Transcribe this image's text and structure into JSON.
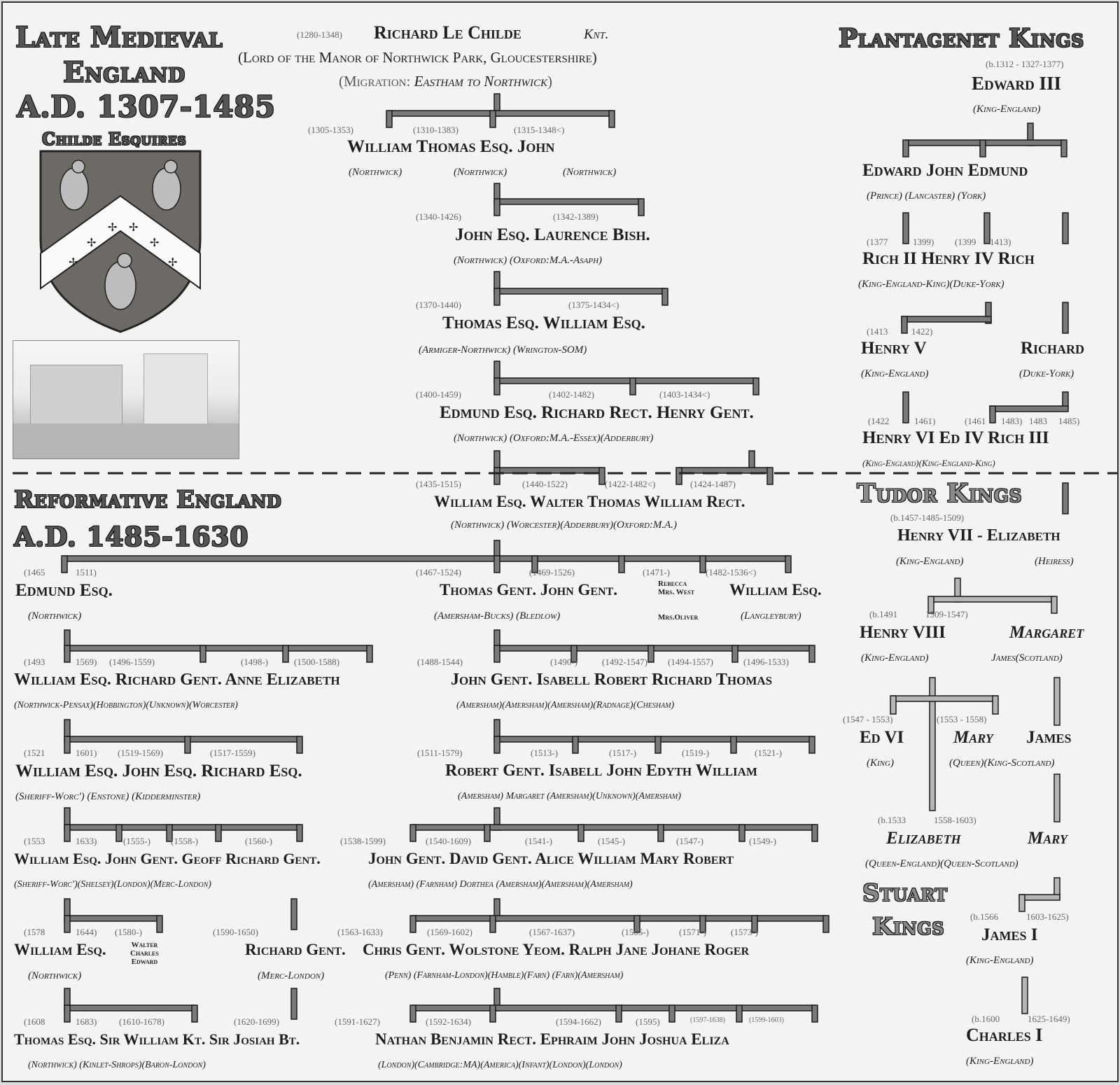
{
  "titles": {
    "medieval_line1": "Late Medieval",
    "medieval_line2": "England",
    "medieval_years": "A.D. 1307-1485",
    "esquires": "Childe Esquires",
    "reformative_line1": "Reformative England",
    "reformative_years": "A.D. 1485-1630",
    "plantagenet": "Plantagenet Kings",
    "tudor": "Tudor Kings",
    "stuart_line1": "Stuart",
    "stuart_line2": "Kings"
  },
  "root": {
    "dates": "(1280-1348)",
    "name": "Richard Le Childe",
    "title": "Knt.",
    "lord": "(Lord of the Manor of Northwick Park, Gloucestershire)",
    "migration_prefix": "(Migration:",
    "migration_route": "Eastham to Northwick",
    "migration_suffix": ")"
  },
  "gen2": {
    "dates": [
      "(1305-1353)",
      "(1310-1383)",
      "(1315-1348<)"
    ],
    "names": "William Thomas Esq. John",
    "places": [
      "(Northwick)",
      "(Northwick)",
      "(Northwick)"
    ]
  },
  "gen3": {
    "dates": [
      "(1340-1426)",
      "(1342-1389)"
    ],
    "names": "John Esq. Laurence Bish.",
    "places": "(Northwick) (Oxford:M.A.-Asaph)"
  },
  "gen4": {
    "dates": [
      "(1370-1440)",
      "(1375-1434<)"
    ],
    "names": "Thomas Esq. William Esq.",
    "places": "(Armiger-Northwick) (Wrington-SOM)"
  },
  "gen5": {
    "dates": [
      "(1400-1459)",
      "(1402-1482)",
      "(1403-1434<)"
    ],
    "names": "Edmund Esq. Richard Rect. Henry Gent.",
    "places": "(Northwick) (Oxford:M.A.-Essex)(Adderbury)"
  },
  "gen6": {
    "dates": [
      "(1435-1515)",
      "(1440-1522)",
      "(1422-1482<)",
      "(1424-1487)"
    ],
    "names": "William Esq. Walter Thomas William Rect.",
    "places": "(Northwick) (Worcester)(Adderbury)(Oxford:M.A.)"
  },
  "gen7_left": {
    "dates": [
      "(1465",
      "1511)"
    ],
    "name": "Edmund Esq.",
    "place": "(Northwick)"
  },
  "gen7_right": {
    "dates": [
      "(1467-1524)",
      "(1469-1526)",
      "(1471-)",
      "(1482-1536<)"
    ],
    "names": "Thomas Gent. John Gent.",
    "rebecca": [
      "Rebecca",
      "Mrs. West",
      "Mrs.Oliver"
    ],
    "william": "William Esq.",
    "places": "(Amersham-Bucks) (Bledlow)",
    "william_place": "(Langleybury)"
  },
  "gen8_left": {
    "dates": [
      "(1493",
      "1569)",
      "(1496-1559)",
      "(1498-)",
      "(1500-1588)"
    ],
    "names": "William Esq. Richard Gent. Anne Elizabeth",
    "places": "(Northwick-Pensax)(Hobbington)(Unknown)(Worcester)"
  },
  "gen8_right": {
    "dates": [
      "(1488-1544)",
      "(1490-)",
      "(1492-1547)",
      "(1494-1557)",
      "(1496-1533)"
    ],
    "names": "John Gent. Isabell Robert Richard Thomas",
    "places": "(Amersham)(Amersham)(Amersham)(Radnage)(Chesham)"
  },
  "gen9_left": {
    "dates": [
      "(1521",
      "1601)",
      "(1519-1569)",
      "(1517-1559)"
    ],
    "names": "William Esq. John Esq. Richard Esq.",
    "places": "(Sheriff-Worc') (Enstone) (Kidderminster)"
  },
  "gen9_right": {
    "dates": [
      "(1511-1579)",
      "(1513-)",
      "(1517-)",
      "(1519-)",
      "(1521-)"
    ],
    "names": "Robert Gent. Isabell John Edyth William",
    "places": "(Amersham) Margaret (Amersham)(Unknown)(Amersham)"
  },
  "gen10_left": {
    "dates": [
      "(1553",
      "1633)",
      "(1555-)",
      "(1558-)",
      "(1560-)"
    ],
    "names": "William Esq. John Gent. Geoff Richard Gent.",
    "places": "(Sheriff-Worc')(Shelsey)(London)(Merc-London)"
  },
  "gen10_right": {
    "dates": [
      "(1538-1599)",
      "(1540-1609)",
      "(1541-)",
      "(1545-)",
      "(1547-)",
      "(1549-)"
    ],
    "names": "John Gent. David Gent. Alice William Mary Robert",
    "places": "(Amersham) (Farnham) Dorthea (Amersham)(Amersham)(Amersham)"
  },
  "gen11_left": {
    "dates": [
      "(1578",
      "1644)",
      "(1580-)",
      "(1590-1650)"
    ],
    "name_william": "William Esq.",
    "small_names": [
      "Walter",
      "Charles",
      "Edward"
    ],
    "name_richard": "Richard Gent.",
    "place_william": "(Northwick)",
    "place_richard": "(Merc-London)"
  },
  "gen11_right": {
    "dates": [
      "(1563-1633)",
      "(1569-1602)",
      "(1567-1637)",
      "(1505-)",
      "(1571-)",
      "(1573-)"
    ],
    "names": "Chris Gent. Wolstone Yeom. Ralph Jane Johane Roger",
    "places": "(Penn) (Farnham-London)(Hamble)(Farn) (Farn)(Amersham)"
  },
  "gen12_left": {
    "dates": [
      "(1608",
      "1683)",
      "(1610-1678)",
      "(1620-1699)"
    ],
    "names": "Thomas Esq. Sir William Kt. Sir Josiah Bt.",
    "places": "(Northwick) (Kinlet-Shrops)(Baron-London)"
  },
  "gen12_right": {
    "dates": [
      "(1591-1627)",
      "(1592-1634)",
      "(1594-1662)",
      "(1595)",
      "(1597-1638)",
      "(1599-1603)"
    ],
    "names": "Nathan Benjamin Rect. Ephraim John Joshua Eliza",
    "places": "(London)(Cambridge:MA)(America)(Infant)(London)(London)"
  },
  "kings": {
    "edward3_dates": "(b.1312 - 1327-1377)",
    "edward3": "Edward III",
    "edward3_place": "(King-England)",
    "sons": "Edward John Edmund",
    "sons_places": "(Prince) (Lancaster) (York)",
    "rich2_dates": [
      "(1377",
      "1399)",
      "(1399",
      "1413)"
    ],
    "rich2_row": "Rich II Henry IV Rich",
    "rich2_places": "(King-England-King)(Duke-York)",
    "henry5_dates": [
      "(1413",
      "1422)"
    ],
    "henry5": "Henry V",
    "henry5_place": "(King-England)",
    "richard": "Richard",
    "richard_place": "(Duke-York)",
    "henry6_dates": [
      "(1422",
      "1461)",
      "(1461",
      "1483)",
      "1483",
      "1485)"
    ],
    "henry6_row": "Henry VI Ed IV Rich III",
    "henry6_places": "(King-England)(King-England-King)",
    "henry7_dates": "(b.1457-1485-1509)",
    "henry7_row": "Henry VII - Elizabeth",
    "henry7_places": [
      "(King-England)",
      "(Heiress)"
    ],
    "henry8_dates": [
      "(b.1491",
      "1509-1547)"
    ],
    "henry8": "Henry VIII",
    "margaret": "Margaret",
    "henry8_places": [
      "(King-England)",
      "James(Scotland)"
    ],
    "edvi_dates": [
      "(1547 - 1553)",
      "(1553 - 1558)"
    ],
    "edvi_row": [
      "Ed VI",
      "Mary",
      "James"
    ],
    "edvi_places": [
      "(King)",
      "(Queen)(King-Scotland)"
    ],
    "eliz_dates": [
      "(b.1533",
      "1558-1603)"
    ],
    "eliz_row": [
      "Elizabeth",
      "Mary"
    ],
    "eliz_places": "(Queen-England)(Queen-Scotland)",
    "james1_dates": [
      "(b.1566",
      "1603-1625)"
    ],
    "james1": "James I",
    "james1_place": "(King-England)",
    "charles1_dates": [
      "(b.1600",
      "1625-1649)"
    ],
    "charles1": "Charles I",
    "charles1_place": "(King-England)"
  },
  "colors": {
    "bracket_fill": "#7a7a7a",
    "bracket_outline": "#1a1a1a",
    "tudor_fill": "#b5b5b5",
    "title_fill": "#555555"
  }
}
